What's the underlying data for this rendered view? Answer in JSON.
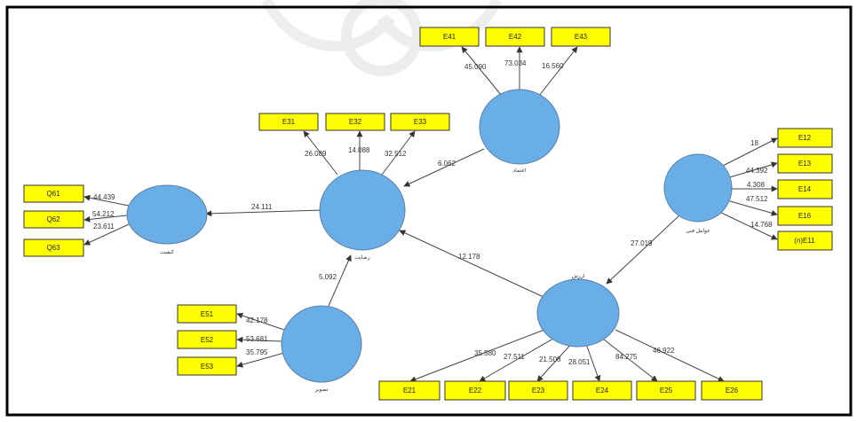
{
  "diagram": {
    "constructs": [
      {
        "id": "c_q",
        "label": "کیفیت"
      },
      {
        "id": "c_center",
        "label": "رضایت"
      },
      {
        "id": "c_top",
        "label": "اعتماد"
      },
      {
        "id": "c_bl",
        "label": "تصویر"
      },
      {
        "id": "c_br",
        "label": "ارزش"
      },
      {
        "id": "c_right",
        "label": "عوامل فنی"
      }
    ],
    "indicators": {
      "left": [
        "Q61",
        "Q62",
        "Q63"
      ],
      "center_top": [
        "E31",
        "E32",
        "E33"
      ],
      "top": [
        "E41",
        "E42",
        "E43"
      ],
      "right": [
        "E12",
        "E13",
        "E14",
        "E16",
        "(n)E11"
      ],
      "bottom_left": [
        "E51",
        "E52",
        "E53"
      ],
      "bottom": [
        "E21",
        "E22",
        "E23",
        "E24",
        "E25",
        "E26"
      ]
    },
    "loadings": {
      "left": [
        "44.439",
        "54.212",
        "23.611"
      ],
      "center_top": [
        "26.089",
        "14.088",
        "32.512"
      ],
      "top": [
        "45.090",
        "73.034",
        "16.560"
      ],
      "right": [
        "18",
        "44.392",
        "4.308",
        "47.512",
        "14.768"
      ],
      "bottom_left": [
        "42.178",
        "53.681",
        "35.795"
      ],
      "bottom": [
        "35.580",
        "27.511",
        "21.508",
        "28.051",
        "84.275",
        "46.922"
      ]
    },
    "paths": {
      "center_to_q": "24.111",
      "top_to_center": "6.062",
      "bl_to_center": "5.092",
      "br_to_center": "12.178",
      "right_to_br": "27.019"
    }
  }
}
